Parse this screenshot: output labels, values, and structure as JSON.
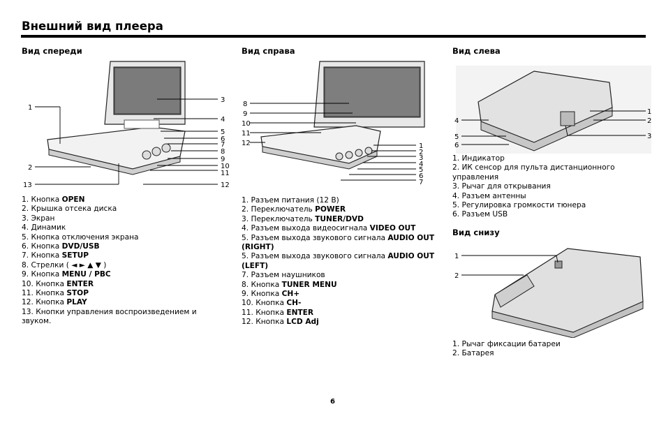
{
  "title": "Внешний вид плеера",
  "page_number": "6",
  "front": {
    "heading": "Вид спереди",
    "callouts": [
      "1",
      "2",
      "3",
      "4",
      "5",
      "6",
      "7",
      "8",
      "9",
      "10",
      "11",
      "12",
      "13"
    ],
    "items": [
      {
        "pre": "1. Кнопка ",
        "bold": "OPEN",
        "post": ""
      },
      {
        "pre": "2. Крышка отсека диска",
        "bold": "",
        "post": ""
      },
      {
        "pre": "3. Экран",
        "bold": "",
        "post": ""
      },
      {
        "pre": "4. Динамик",
        "bold": "",
        "post": ""
      },
      {
        "pre": "5. Кнопка отключения экрана",
        "bold": "",
        "post": ""
      },
      {
        "pre": "6. Кнопка ",
        "bold": "DVD/USB",
        "post": ""
      },
      {
        "pre": "7. Кнопка ",
        "bold": "SETUP",
        "post": ""
      },
      {
        "pre": "8. Стрелки ( ◄ ► ▲ ▼ )",
        "bold": "",
        "post": ""
      },
      {
        "pre": "9. Кнопка ",
        "bold": "MENU / PBC",
        "post": ""
      },
      {
        "pre": "10. Кнопка ",
        "bold": "ENTER",
        "post": ""
      },
      {
        "pre": "11. Кнопка ",
        "bold": "STOP",
        "post": ""
      },
      {
        "pre": "12. Кнопка ",
        "bold": "PLAY",
        "post": ""
      },
      {
        "pre": "13. Кнопки управления воспроизведением и звуком.",
        "bold": "",
        "post": ""
      }
    ]
  },
  "right": {
    "heading": "Вид справа",
    "callouts": [
      "1",
      "2",
      "3",
      "4",
      "5",
      "6",
      "7",
      "8",
      "9",
      "10",
      "11",
      "12"
    ],
    "items": [
      {
        "pre": "1. Разъем питания (12 В)",
        "bold": "",
        "post": ""
      },
      {
        "pre": "2. Переключатель ",
        "bold": "POWER",
        "post": ""
      },
      {
        "pre": "3. Переключатель ",
        "bold": "TUNER/DVD",
        "post": ""
      },
      {
        "pre": "4. Разъем выхода видеосигнала ",
        "bold": "VIDEO OUT",
        "post": ""
      },
      {
        "pre": "5. Разъем выхода звукового сигнала ",
        "bold": "AUDIO OUT (RIGHT)",
        "post": ""
      },
      {
        "pre": "5. Разъем выхода звукового сигнала ",
        "bold": "AUDIO OUT (LEFT)",
        "post": ""
      },
      {
        "pre": "7. Разъем наушников",
        "bold": "",
        "post": ""
      },
      {
        "pre": "8. Кнопка ",
        "bold": "TUNER MENU",
        "post": ""
      },
      {
        "pre": "9. Кнопка ",
        "bold": "CH+",
        "post": ""
      },
      {
        "pre": "10. Кнопка ",
        "bold": "CH-",
        "post": ""
      },
      {
        "pre": "11. Кнопка ",
        "bold": "ENTER",
        "post": ""
      },
      {
        "pre": "12. Кнопка ",
        "bold": "LCD Adj",
        "post": ""
      }
    ]
  },
  "left": {
    "heading": "Вид слева",
    "callouts": [
      "1",
      "2",
      "3",
      "4",
      "5",
      "6"
    ],
    "items": [
      {
        "pre": "1. Индикатор",
        "bold": "",
        "post": ""
      },
      {
        "pre": "2. ИК сенсор для пульта дистанционного управления",
        "bold": "",
        "post": ""
      },
      {
        "pre": "3. Рычаг для открывания",
        "bold": "",
        "post": ""
      },
      {
        "pre": "4. Разъем антенны",
        "bold": "",
        "post": ""
      },
      {
        "pre": "5. Регулировка громкости тюнера",
        "bold": "",
        "post": ""
      },
      {
        "pre": "6. Разъем USB",
        "bold": "",
        "post": ""
      }
    ]
  },
  "bottom": {
    "heading": "Вид снизу",
    "callouts": [
      "1",
      "2"
    ],
    "items": [
      {
        "pre": "1. Рычаг фиксации батареи",
        "bold": "",
        "post": ""
      },
      {
        "pre": "2. Батарея",
        "bold": "",
        "post": ""
      }
    ]
  }
}
